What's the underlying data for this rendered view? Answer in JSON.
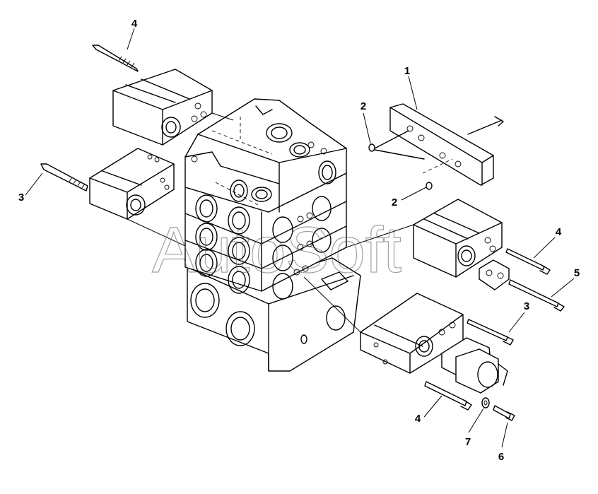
{
  "diagram": {
    "watermark": "AutoSoft",
    "callouts": {
      "c1": "1",
      "c2a": "2",
      "c2b": "2",
      "c3a": "3",
      "c3b": "3",
      "c4a": "4",
      "c4b": "4",
      "c4c": "4",
      "c5": "5",
      "c6": "6",
      "c7": "7"
    }
  }
}
